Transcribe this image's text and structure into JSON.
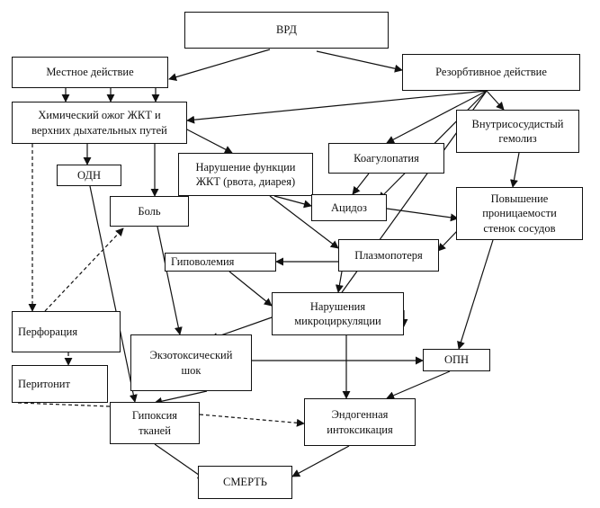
{
  "nodes": {
    "vrd": "ВРД",
    "local": "Местное действие",
    "resorptive": "Резорбтивное действие",
    "chem_burn": "Химический ожог ЖКТ и\nверхних дыхательных путей",
    "hemolysis": "Внутрисосудистый\nгемолиз",
    "odn": "ОДН",
    "coagulopathy": "Коагулопатия",
    "gi_dysfunction": "Нарушение функции\nЖКТ (рвота, диарея)",
    "pain": "Боль",
    "acidosis": "Ацидоз",
    "permeability": "Повышение\nпроницаемости\nстенок сосудов",
    "hypovolemia": "Гиповолемия",
    "plasma_loss": "Плазмопотеря",
    "microcirculation": "Нарушения\nмикроциркуляции",
    "perforation": "Перфорация",
    "exotoxic_shock": "Экзотоксический\nшок",
    "opn": "ОПН",
    "peritonitis": "Перитонит",
    "hypoxia": "Гипоксия\nтканей",
    "endogenous": "Эндогенная\nинтоксикация",
    "death": "СМЕРТЬ"
  }
}
